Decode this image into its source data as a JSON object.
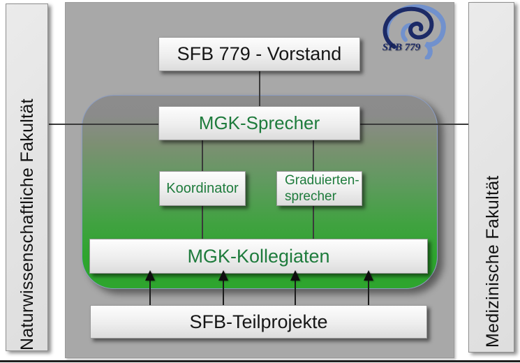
{
  "title": "SFB 779 MGK organisation diagram",
  "faculties": {
    "left": "Naturwissenschaftliche Fakultät",
    "right": "Medizinische Fakultät"
  },
  "logo": {
    "caption": "SFB 779"
  },
  "nodes": {
    "vorstand": "SFB 779 - Vorstand",
    "mgk_sprecher": "MGK-Sprecher",
    "koordinator": "Koordinator",
    "graduiertensprecher_line1": "Graduierten-",
    "graduiertensprecher_line2": "sprecher",
    "mgk_kollegiaten": "MGK-Kollegiaten",
    "sfb_teilprojekte": "SFB-Teilprojekte"
  },
  "colors": {
    "green_label_text": "#1e7b3c",
    "container_green": "#2ea52e",
    "container_gray_top": "#8c8c8c",
    "main_panel_gray": "#a8a8a8",
    "side_bar_gray": "#e5e5e5",
    "logo_navy": "#1c2a66",
    "logo_light_blue": "#7191cd",
    "connector": "#3a3a3a"
  }
}
